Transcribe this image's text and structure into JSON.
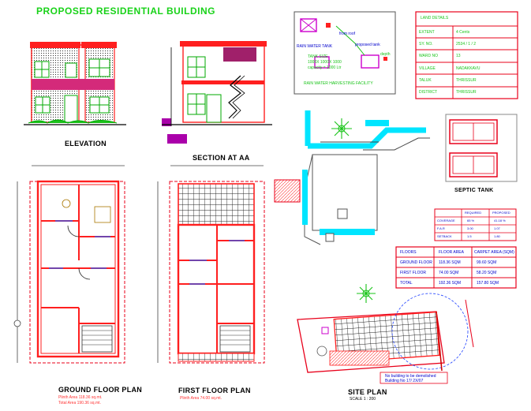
{
  "title": "PROPOSED  RESIDENTIAL BUILDING",
  "views": {
    "elevation": "ELEVATION",
    "section": "SECTION AT AA",
    "ground_floor": "GROUND FLOOR PLAN",
    "first_floor": "FIRST FLOOR PLAN",
    "site_plan": "SITE PLAN",
    "septic_tank": "SEPTIC TANK",
    "site_scale": "SCALE 1 : 200"
  },
  "areas": {
    "ground_plinth": "Plinth Area  118.36 sq.mt.",
    "ground_total": "Total Area  190.36 sq.mt.",
    "first_plinth": "Plinth Area  74.00 sq.mt."
  },
  "site_note": {
    "line1": "No building to be demolished",
    "line2": "Building No 17/ 2X/07"
  },
  "land_details": {
    "heading": "LAND DETAILS",
    "rows": [
      {
        "label": "EXTENT",
        "value": "4 Cents"
      },
      {
        "label": "SY. NO.",
        "value": "2534 / 1 / 2"
      },
      {
        "label": "WARD NO",
        "value": "13"
      },
      {
        "label": "VILLAGE",
        "value": "NADAKKAVU"
      },
      {
        "label": "TALUK",
        "value": "THRISSUR"
      },
      {
        "label": "DISTRICT",
        "value": "THRISSUR"
      }
    ]
  },
  "rain_water": {
    "title": "RAIN WATER HARVESTING FACILITY",
    "tank": "RAIN WATER TANK",
    "proposed": "proposed tank",
    "from_roof": "from roof",
    "note1": "TANK SIZE",
    "note2": "1000X 1000X 1000",
    "note3": "capacity = 1000 Ltr",
    "depth": "depth"
  },
  "compare_table": {
    "headers": [
      "",
      "REQUIRED",
      "PROPOSED"
    ],
    "rows": [
      [
        "COVERAGE",
        "65 %",
        "41.18 %"
      ],
      [
        "F.A.R",
        "3.00",
        "1.07"
      ],
      [
        "SETBACK",
        "1.5",
        "1.80"
      ]
    ]
  },
  "floor_table": {
    "headers": [
      "FLOORS",
      "FLOOR AREA",
      "CARPET AREA (SQM)"
    ],
    "rows": [
      [
        "GROUND FLOOR",
        "118.36 SQM",
        "99.60 SQM"
      ],
      [
        "FIRST FLOOR",
        "74.00 SQM",
        "58.20 SQM"
      ],
      [
        "TOTAL",
        "192.36 SQM",
        "157.80 SQM"
      ]
    ]
  },
  "colors": {
    "title": "#19d219",
    "wall": "#ff1f1f",
    "border": "#e8001a",
    "grid": "#7a7a7a",
    "cyan": "#00e5ff",
    "green": "#19c419",
    "magenta": "#cc00cc"
  }
}
